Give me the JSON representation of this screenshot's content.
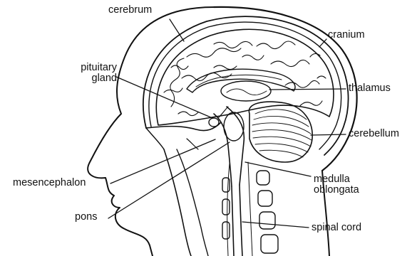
{
  "diagram": {
    "colors": {
      "ink": "#111111",
      "background": "#ffffff"
    },
    "labels": {
      "cerebrum": "cerebrum",
      "cranium": "cranium",
      "pituitary_line1": "pituitary",
      "pituitary_line2": "gland",
      "thalamus": "thalamus",
      "cerebellum": "cerebellum",
      "mesencephalon": "mesencephalon",
      "medulla_line1": "medulla",
      "medulla_line2": "oblongata",
      "pons": "pons",
      "spinal_cord": "spinal cord"
    }
  }
}
